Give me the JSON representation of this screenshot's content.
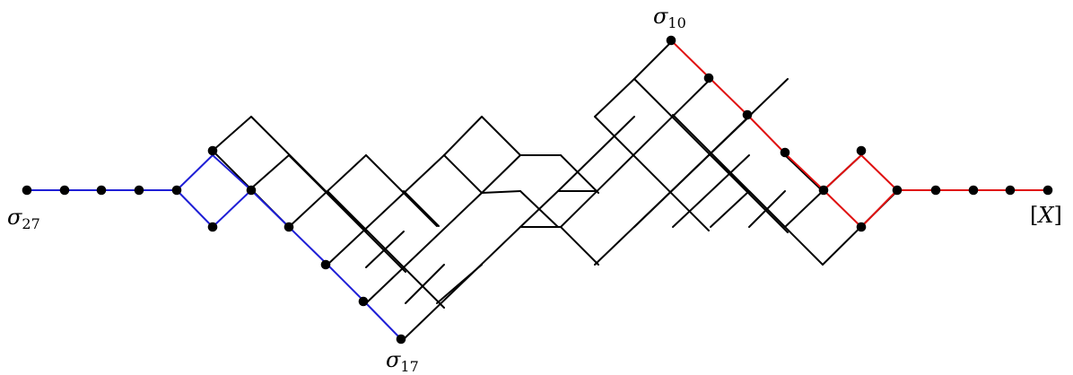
{
  "colors": {
    "edge": "#000000",
    "path_left": "#1f1fd6",
    "path_right": "#e01010",
    "vertex": "#000000"
  },
  "labels": {
    "sigma_27": {
      "symbol": "σ",
      "index": "27"
    },
    "sigma_17": {
      "symbol": "σ",
      "index": "17"
    },
    "sigma_10": {
      "symbol": "σ",
      "index": "10"
    },
    "X": {
      "open": "[",
      "letter": "X",
      "close": "]"
    }
  }
}
